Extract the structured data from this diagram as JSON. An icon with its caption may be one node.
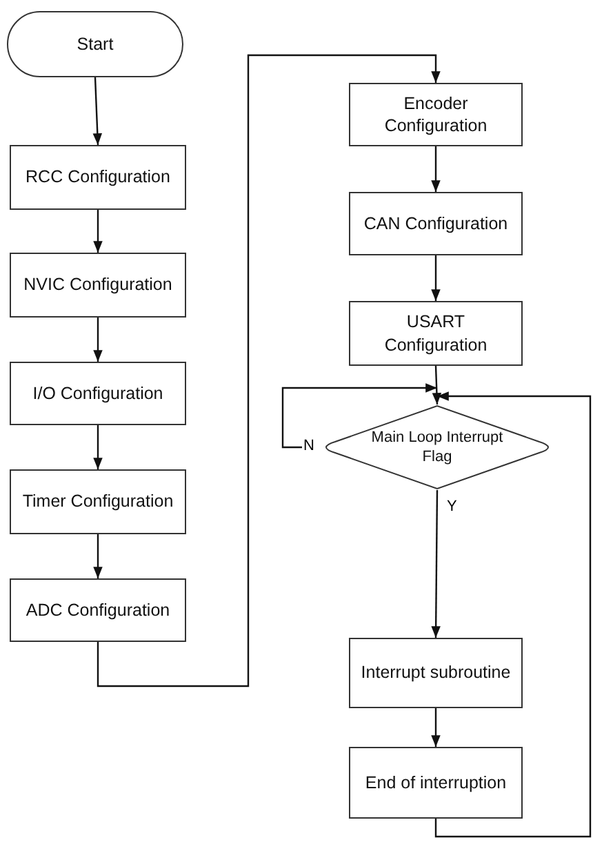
{
  "diagram": {
    "nodes": [
      {
        "text": [
          "Start"
        ]
      },
      {
        "text": [
          "RCC Configuration"
        ]
      },
      {
        "text": [
          "NVIC Configuration"
        ]
      },
      {
        "text": [
          "I/O Configuration"
        ]
      },
      {
        "text": [
          "Timer Configuration"
        ]
      },
      {
        "text": [
          "ADC Configuration"
        ]
      },
      {
        "text": [
          "Encoder Configuration"
        ]
      },
      {
        "text": [
          "CAN Configuration"
        ]
      },
      {
        "text": [
          "USART Configuration"
        ]
      },
      {
        "text": [
          "Main Loop Interrupt Flag"
        ]
      },
      {
        "text": [
          "Interrupt subroutine"
        ]
      },
      {
        "text": [
          "End of interruption"
        ]
      }
    ],
    "edges": [
      {
        "from": 0,
        "to": 1,
        "arrow": "to"
      },
      {
        "from": 1,
        "to": 2,
        "arrow": "to"
      },
      {
        "from": 2,
        "to": 3,
        "arrow": "to"
      },
      {
        "from": 3,
        "to": 4,
        "arrow": "to"
      },
      {
        "from": 4,
        "to": 5,
        "arrow": "to"
      },
      {
        "from": 5,
        "to": 6,
        "arrow": "to"
      },
      {
        "from": 6,
        "to": 7,
        "arrow": "to"
      },
      {
        "from": 7,
        "to": 8,
        "arrow": "to"
      },
      {
        "from": 8,
        "to": 9,
        "arrow": "to"
      },
      {
        "from": 9,
        "to": 9,
        "label": "N",
        "arrow": "to"
      },
      {
        "from": 9,
        "to": 10,
        "label": "Y",
        "arrow": "to"
      },
      {
        "from": 10,
        "to": 11,
        "arrow": "to"
      },
      {
        "from": 11,
        "to": 9,
        "arrow": "to"
      }
    ]
  }
}
